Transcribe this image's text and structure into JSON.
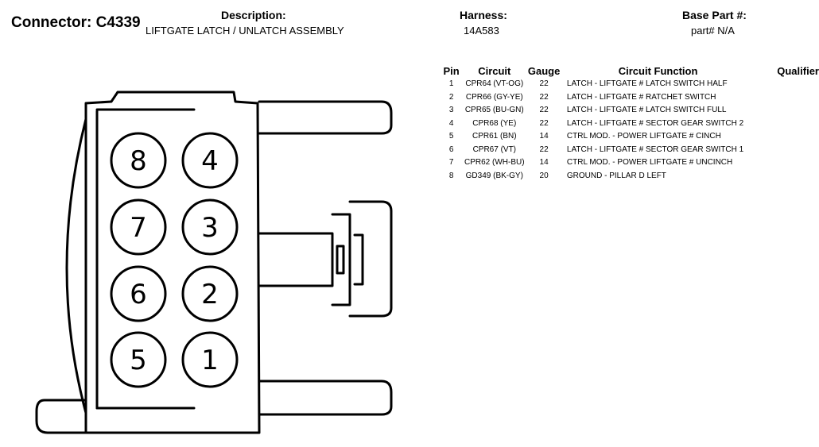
{
  "header": {
    "connector_title": "Connector: C4339",
    "description_label": "Description:",
    "description_value": "LIFTGATE LATCH / UNLATCH ASSEMBLY",
    "harness_label": "Harness:",
    "harness_value": "14A583",
    "base_part_label": "Base Part #:",
    "base_part_value": "part# N/A"
  },
  "table": {
    "headers": {
      "pin": "Pin",
      "circuit": "Circuit",
      "gauge": "Gauge",
      "function": "Circuit Function",
      "qualifier": "Qualifier"
    },
    "rows": [
      {
        "pin": "1",
        "circuit": "CPR64 (VT-OG)",
        "gauge": "22",
        "function": "LATCH - LIFTGATE # LATCH SWITCH HALF",
        "qualifier": ""
      },
      {
        "pin": "2",
        "circuit": "CPR66 (GY-YE)",
        "gauge": "22",
        "function": "LATCH - LIFTGATE # RATCHET SWITCH",
        "qualifier": ""
      },
      {
        "pin": "3",
        "circuit": "CPR65 (BU-GN)",
        "gauge": "22",
        "function": "LATCH - LIFTGATE # LATCH SWITCH FULL",
        "qualifier": ""
      },
      {
        "pin": "4",
        "circuit": "CPR68 (YE)",
        "gauge": "22",
        "function": "LATCH - LIFTGATE # SECTOR GEAR SWITCH 2",
        "qualifier": ""
      },
      {
        "pin": "5",
        "circuit": "CPR61 (BN)",
        "gauge": "14",
        "function": "CTRL MOD. - POWER LIFTGATE # CINCH",
        "qualifier": ""
      },
      {
        "pin": "6",
        "circuit": "CPR67 (VT)",
        "gauge": "22",
        "function": "LATCH - LIFTGATE # SECTOR GEAR SWITCH 1",
        "qualifier": ""
      },
      {
        "pin": "7",
        "circuit": "CPR62 (WH-BU)",
        "gauge": "14",
        "function": "CTRL MOD. - POWER LIFTGATE # UNCINCH",
        "qualifier": ""
      },
      {
        "pin": "8",
        "circuit": "GD349 (BK-GY)",
        "gauge": "20",
        "function": "GROUND - PILLAR D LEFT",
        "qualifier": ""
      }
    ]
  },
  "connector": {
    "pins": {
      "p8": "8",
      "p4": "4",
      "p7": "7",
      "p3": "3",
      "p6": "6",
      "p2": "2",
      "p5": "5",
      "p1": "1"
    }
  }
}
